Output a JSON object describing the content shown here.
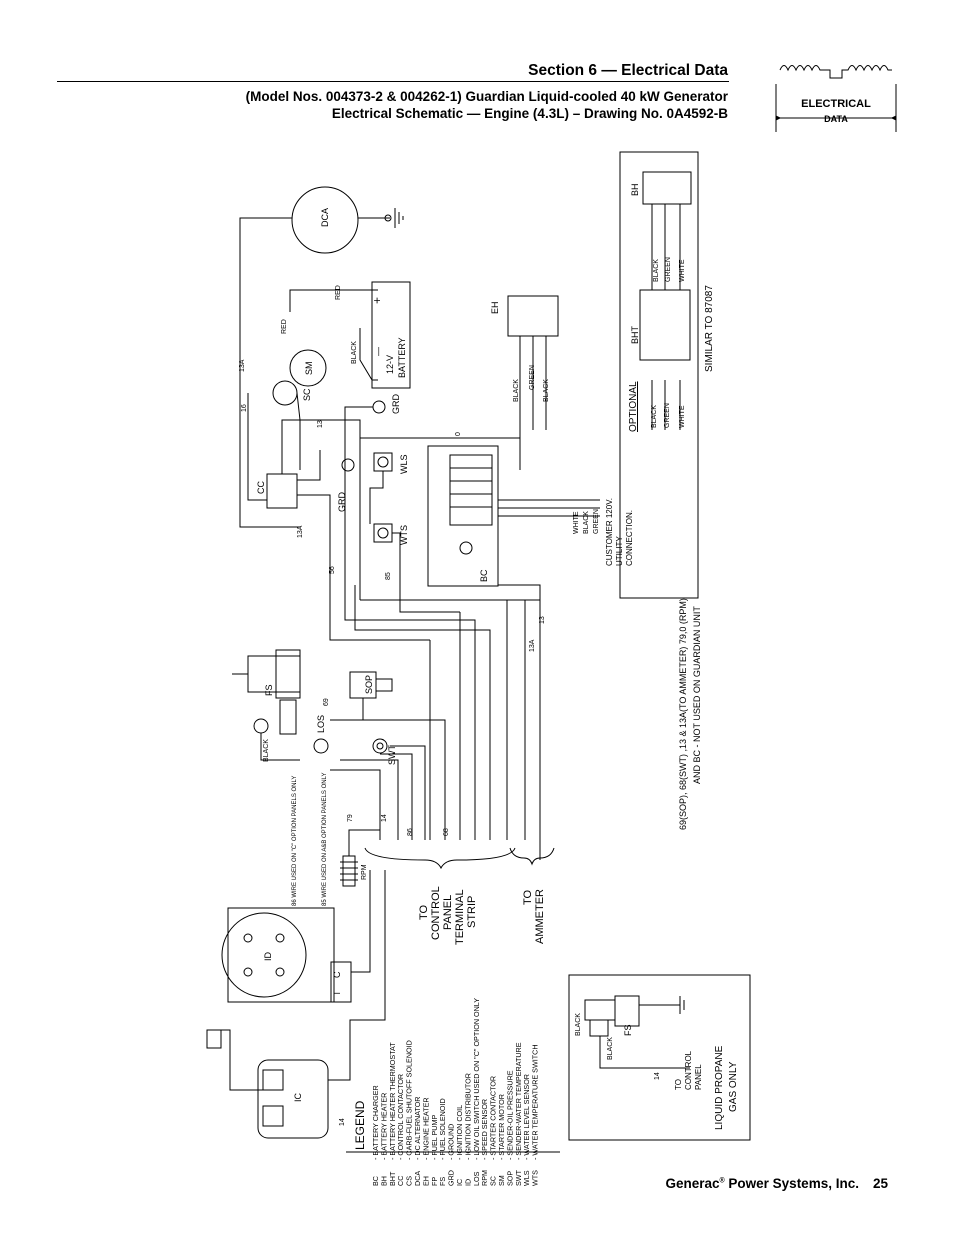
{
  "header": {
    "section": "Section 6 — Electrical Data",
    "subtitle_1": "(Model Nos. 004373-2 & 004262-1) Guardian Liquid-cooled 40 kW Generator",
    "subtitle_2": "Electrical Schematic — Engine (4.3L) – Drawing No. 0A4592-B"
  },
  "badge": {
    "line1": "ELECTRICAL",
    "line2": "DATA"
  },
  "components": {
    "dca": "DCA",
    "battery_1": "12-V",
    "battery_2": "BATTERY",
    "sm": "SM",
    "sc": "SC",
    "cc": "CC",
    "grd": "GRD",
    "wls": "WLS",
    "wts": "WTS",
    "bc": "BC",
    "eh": "EH",
    "fs": "FS",
    "sop": "SOP",
    "los": "LOS",
    "swt": "SWT",
    "id": "ID",
    "ic": "IC",
    "t": "T",
    "c": "C",
    "rpm": "RPM",
    "bh": "BH",
    "bht": "BHT",
    "plus": "+",
    "minus": "—"
  },
  "wires": {
    "red": "RED",
    "black": "BLACK",
    "green": "GREEN",
    "white": "WHITE",
    "w13a": "13A",
    "w16": "16",
    "w13": "13",
    "w0": "0",
    "w56": "56",
    "w85": "85",
    "w86": "86",
    "w69": "69",
    "w68": "68",
    "w14": "14",
    "w79": "79"
  },
  "notes": {
    "w86": "86 WIRE USED ON \"C\" OPTION PANELS ONLY",
    "w85": "85 WIRE USED ON A&B OPTION PANELS ONLY",
    "to_control_1": "TO",
    "to_control_2": "CONTROL",
    "to_control_3": "PANEL",
    "to_control_4": "TERMINAL",
    "to_control_5": "STRIP",
    "to_ammeter_1": "TO",
    "to_ammeter_2": "AMMETER",
    "customer_1": "CUSTOMER 120V.",
    "customer_2": "UTILITY",
    "customer_3": "CONNECTION.",
    "star_1": "69(SOP), 68(SWT) ,13 & 13A(TO AMMETER)  79,0 (RPM)",
    "star_2": "AND BC - NOT USED ON GUARDIAN UNIT",
    "optional": "OPTIONAL",
    "similar": "SIMILAR TO 87087",
    "lp_1": "LIQUID PROPANE",
    "lp_2": "GAS ONLY",
    "lp_to_1": "TO",
    "lp_to_2": "CONTROL",
    "lp_to_3": "PANEL",
    "star": "✱"
  },
  "legend": {
    "title": "LEGEND",
    "items": [
      {
        "code": "BC",
        "desc": "- BATTERY CHARGER"
      },
      {
        "code": "BH",
        "desc": "- BATTERY HEATER"
      },
      {
        "code": "BHT",
        "desc": "- BATTERY HEATER THERMOSTAT"
      },
      {
        "code": "CC",
        "desc": "- CONTROL CONTACTOR"
      },
      {
        "code": "CS",
        "desc": "- CARB-FUEL SHUTOFF SOLENOID"
      },
      {
        "code": "DCA",
        "desc": "- DC ALTERNATOR"
      },
      {
        "code": "EH",
        "desc": "- ENGINE HEATER"
      },
      {
        "code": "FP",
        "desc": "- FUEL PUMP"
      },
      {
        "code": "FS",
        "desc": "- FUEL SOLENOID"
      },
      {
        "code": "GRD",
        "desc": "- GROUND"
      },
      {
        "code": "IC",
        "desc": "- IGNITION COIL"
      },
      {
        "code": "ID",
        "desc": "- IGNITION DISTRIBUTOR"
      },
      {
        "code": "LOS",
        "desc": "- LOW OIL SWITCH USED ON \"C\" OPTION ONLY"
      },
      {
        "code": "RPM",
        "desc": "- SPEED SENSOR"
      },
      {
        "code": "SC",
        "desc": "- STARTER CONTACTOR"
      },
      {
        "code": "SM",
        "desc": "- STARTER MOTOR"
      },
      {
        "code": "SOP",
        "desc": "- SENDER-OIL PRESSURE"
      },
      {
        "code": "SWT",
        "desc": "- SENDER-WATER TEMPERATURE"
      },
      {
        "code": "WLS",
        "desc": "- WATER LEVEL SENSOR"
      },
      {
        "code": "WTS",
        "desc": "- WATER TEMPERATURE SWITCH"
      }
    ]
  },
  "footer": {
    "company": "Generac",
    "reg": "®",
    "company_rest": " Power Systems, Inc.",
    "page": "25"
  }
}
